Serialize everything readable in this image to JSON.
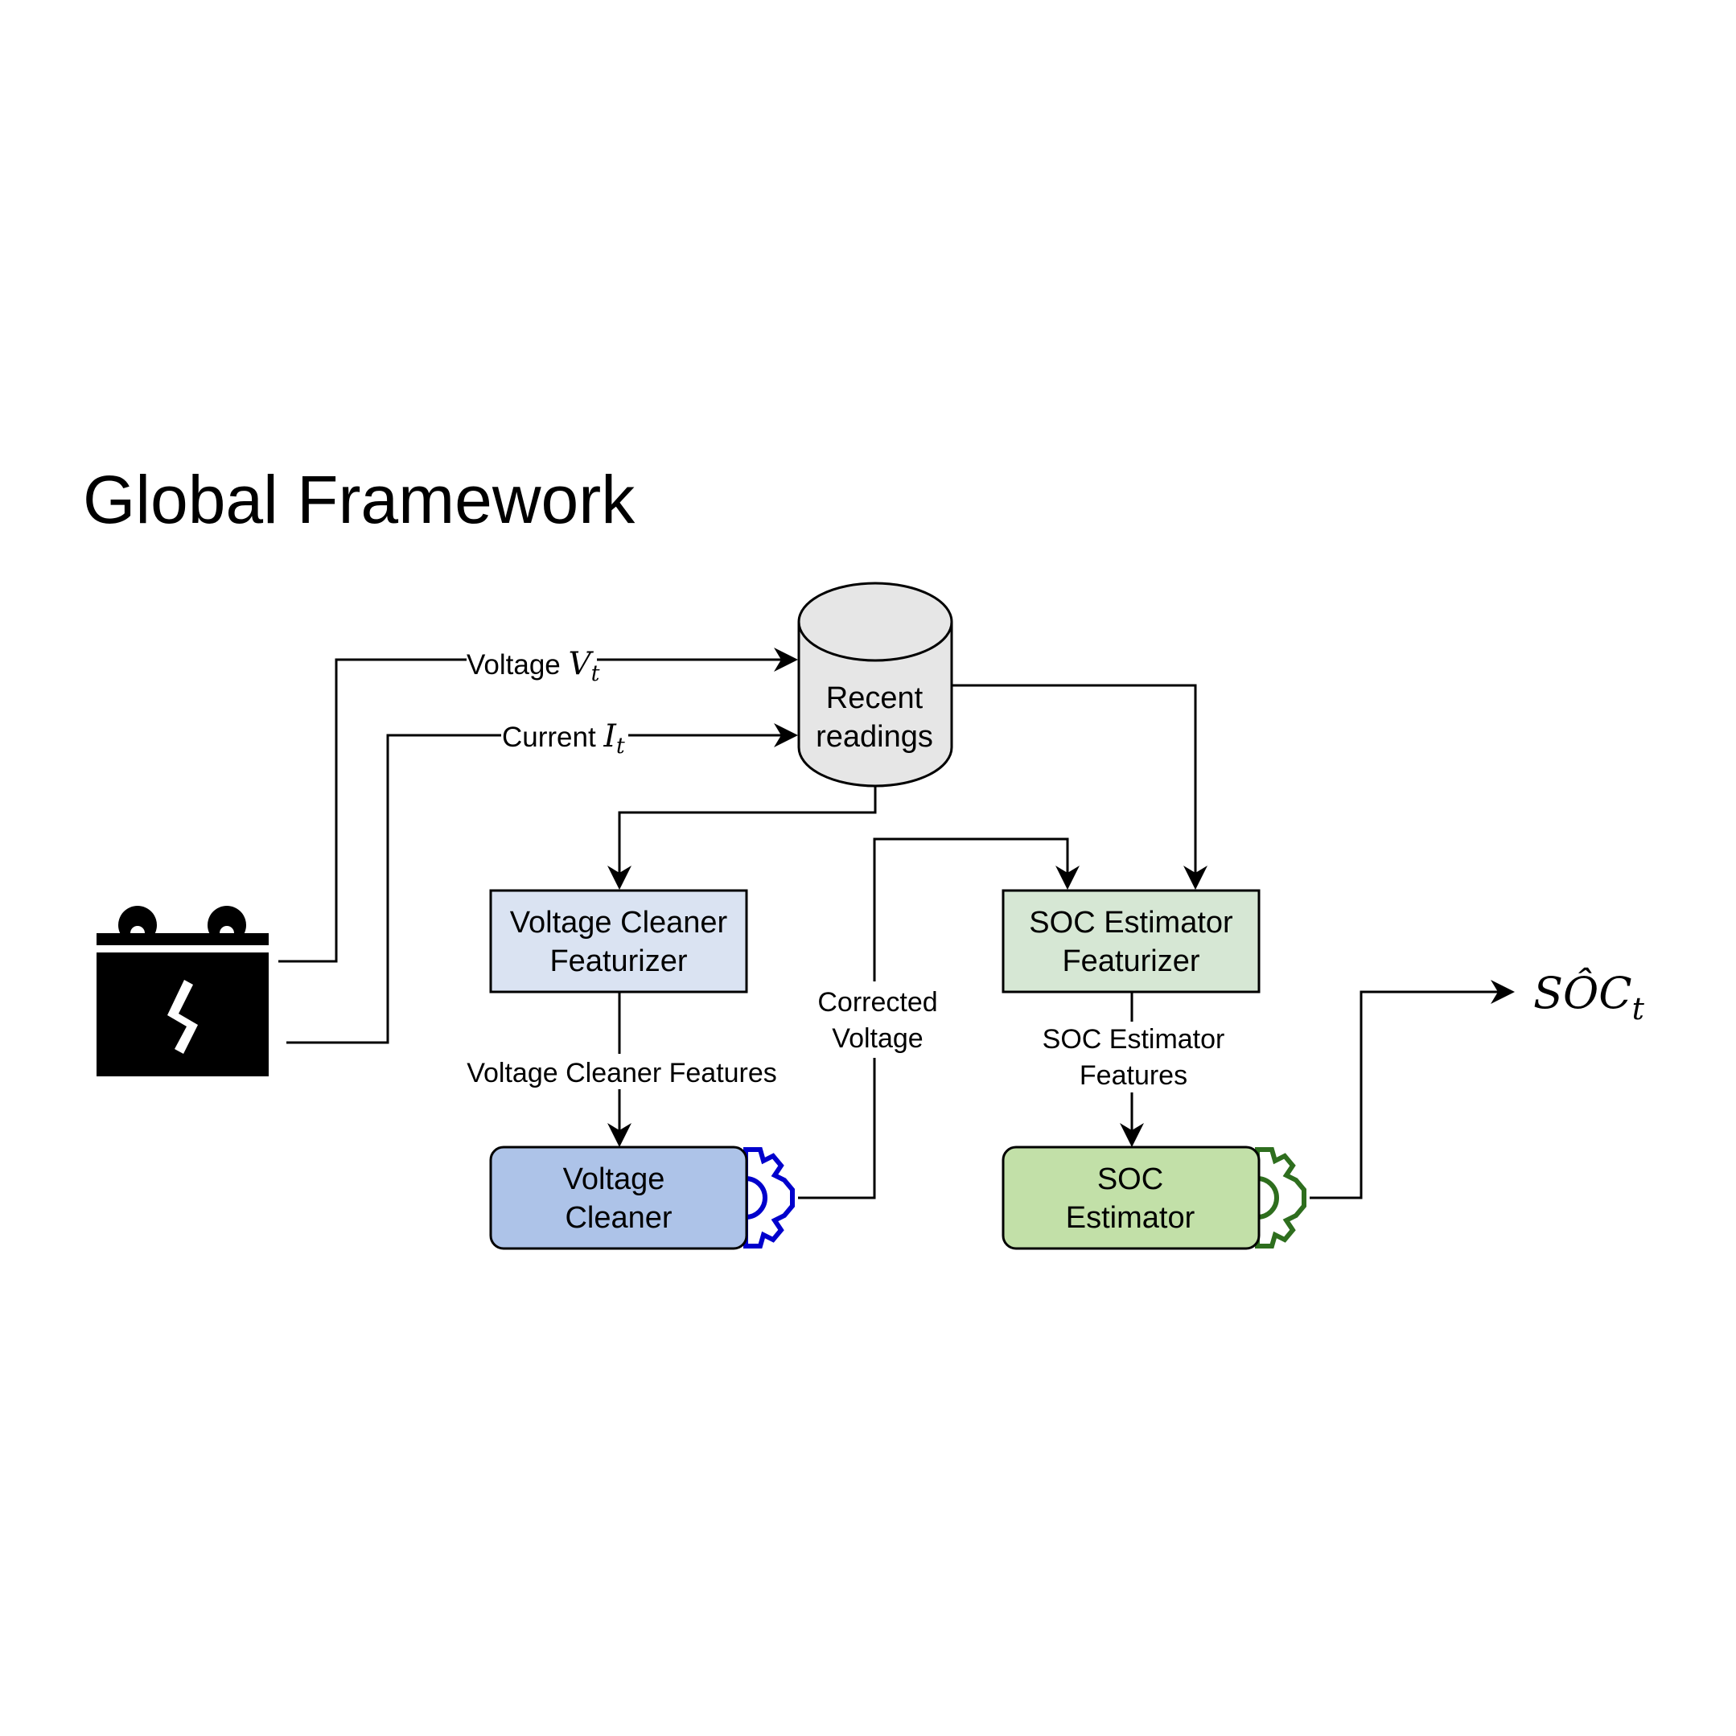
{
  "title": "Global Framework",
  "nodes": {
    "battery": {
      "icon": "battery-icon"
    },
    "recent_readings": {
      "line1": "Recent",
      "line2": "readings"
    },
    "vc_featurizer": {
      "line1": "Voltage Cleaner",
      "line2": "Featurizer"
    },
    "soc_featurizer": {
      "line1": "SOC Estimator",
      "line2": "Featurizer"
    },
    "voltage_cleaner": {
      "line1": "Voltage",
      "line2": "Cleaner"
    },
    "soc_estimator": {
      "line1": "SOC",
      "line2": "Estimator"
    }
  },
  "edges": {
    "voltage": {
      "text": "Voltage ",
      "symbol": "V",
      "sub": "t"
    },
    "current": {
      "text": "Current ",
      "symbol": "I",
      "sub": "t"
    },
    "vc_features": {
      "text": "Voltage Cleaner Features"
    },
    "corrected_voltage": {
      "line1": "Corrected",
      "line2": "Voltage"
    },
    "soc_features": {
      "line1": "SOC Estimator",
      "line2": "Features"
    }
  },
  "output": {
    "symbol": "SÔC",
    "sub": "t"
  },
  "colors": {
    "cylinder_fill": "#e6e6e6",
    "vc_featurizer_fill": "#dae3f2",
    "soc_featurizer_fill": "#d6e7d4",
    "voltage_cleaner_fill": "#adc3e8",
    "soc_estimator_fill": "#c2e0a8",
    "gear_blue": "#0000cc",
    "gear_green": "#2e6e1e"
  }
}
